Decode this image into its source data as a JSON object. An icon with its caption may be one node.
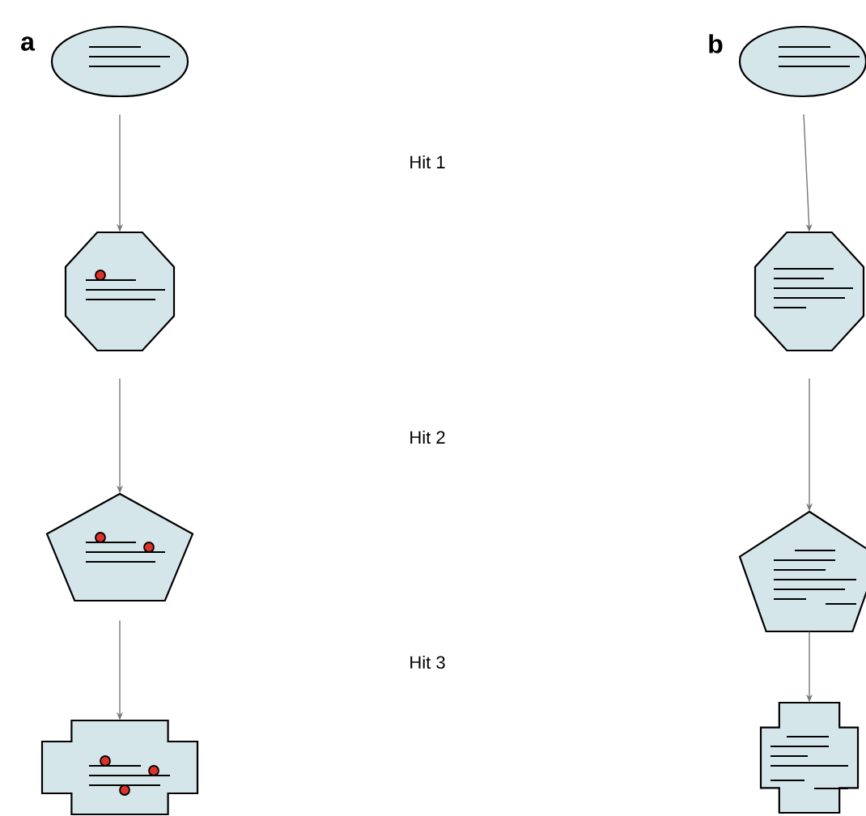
{
  "diagram": {
    "nodes": [
      {
        "text": [],
        "shape": "ellipse"
      },
      {
        "text": [],
        "shape": "octagon"
      },
      {
        "text": [],
        "shape": "pentagon"
      },
      {
        "text": [],
        "shape": "cross"
      },
      {
        "text": [],
        "shape": "ellipse"
      },
      {
        "text": [],
        "shape": "octagon"
      },
      {
        "text": [],
        "shape": "pentagon"
      },
      {
        "text": [],
        "shape": "cross"
      }
    ],
    "edges": [
      {
        "from": 0,
        "to": 1,
        "arrow": "to"
      },
      {
        "from": 1,
        "to": 2,
        "arrow": "to"
      },
      {
        "from": 2,
        "to": 3,
        "arrow": "to"
      },
      {
        "from": 4,
        "to": 5,
        "arrow": "to"
      },
      {
        "from": 5,
        "to": 6,
        "arrow": "to"
      },
      {
        "from": 6,
        "to": 7,
        "arrow": "to"
      }
    ],
    "labels": [
      "a",
      "b",
      "Hit 1",
      "Hit 2",
      "Hit 3"
    ]
  }
}
